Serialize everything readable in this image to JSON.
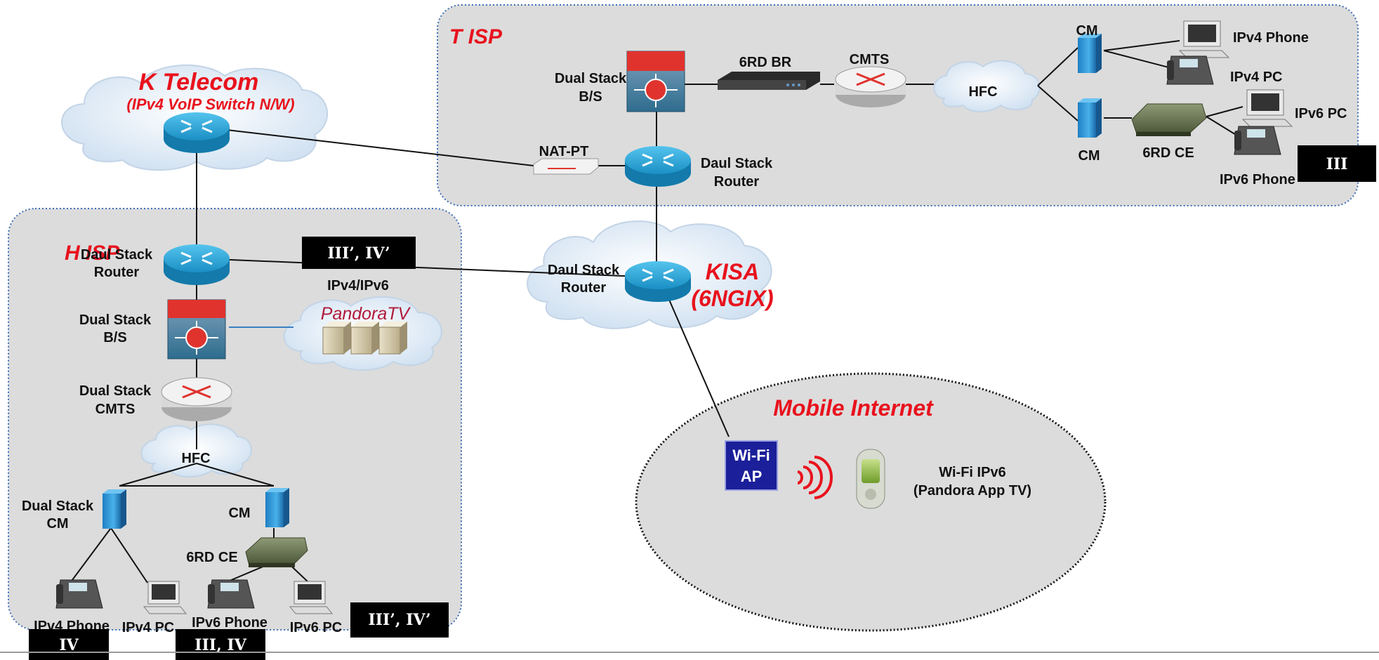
{
  "regions": {
    "t_isp": "T ISP",
    "h_isp": "H ISP",
    "k_telecom": "K Telecom",
    "k_telecom_sub": "(IPv4 VoIP Switch N/W)",
    "kisa": "KISA",
    "kisa_sub": "(6NGIX)",
    "mobile_internet": "Mobile Internet"
  },
  "t_isp": {
    "bs_line1": "Dual Stack",
    "bs_line2": "B/S",
    "br": "6RD BR",
    "cmts": "CMTS",
    "hfc": "HFC",
    "cm_top": "CM",
    "cm_bottom": "CM",
    "ipv4_phone": "IPv4 Phone",
    "ipv4_pc": "IPv4 PC",
    "ipv6_pc": "IPv6 PC",
    "ipv6_phone": "IPv6 Phone",
    "ce": "6RD CE",
    "natpt": "NAT-PT",
    "router_line1": "Daul Stack",
    "router_line2": "Router"
  },
  "h_isp": {
    "router_line1": "Daul Stack",
    "router_line2": "Router",
    "bs_line1": "Dual Stack",
    "bs_line2": "B/S",
    "cmts_line1": "Dual Stack",
    "cmts_line2": "CMTS",
    "hfc": "HFC",
    "cm1_line1": "Dual Stack",
    "cm1_line2": "CM",
    "cm2": "CM",
    "ce": "6RD CE",
    "ipv4_phone": "IPv4 Phone",
    "ipv4_pc": "IPv4 PC",
    "ipv6_phone": "IPv6 Phone",
    "ipv6_pc": "IPv6 PC",
    "server_label": "IPv4/IPv6",
    "server_name": "PandoraTV"
  },
  "kisa_router": {
    "line1": "Daul Stack",
    "line2": "Router"
  },
  "mobile": {
    "ap_line1": "Wi-Fi",
    "ap_line2": "AP",
    "device_line1": "Wi-Fi IPv6",
    "device_line2": "(Pandora App TV)"
  },
  "badges": {
    "t_isp": "III",
    "h_isp_link": "III’,  IV’",
    "h_isp_bottom": "III’,  IV’",
    "bottom_iv": "IV",
    "bottom_iii_iv": "III,  IV"
  },
  "colors": {
    "zone_title": "#e8121d",
    "region_fill": "#dcdcdc",
    "region_border": "#3e6fb6",
    "router": "#1e95c8",
    "badge": "#000000",
    "wifi_ap": "#1b1f99"
  }
}
